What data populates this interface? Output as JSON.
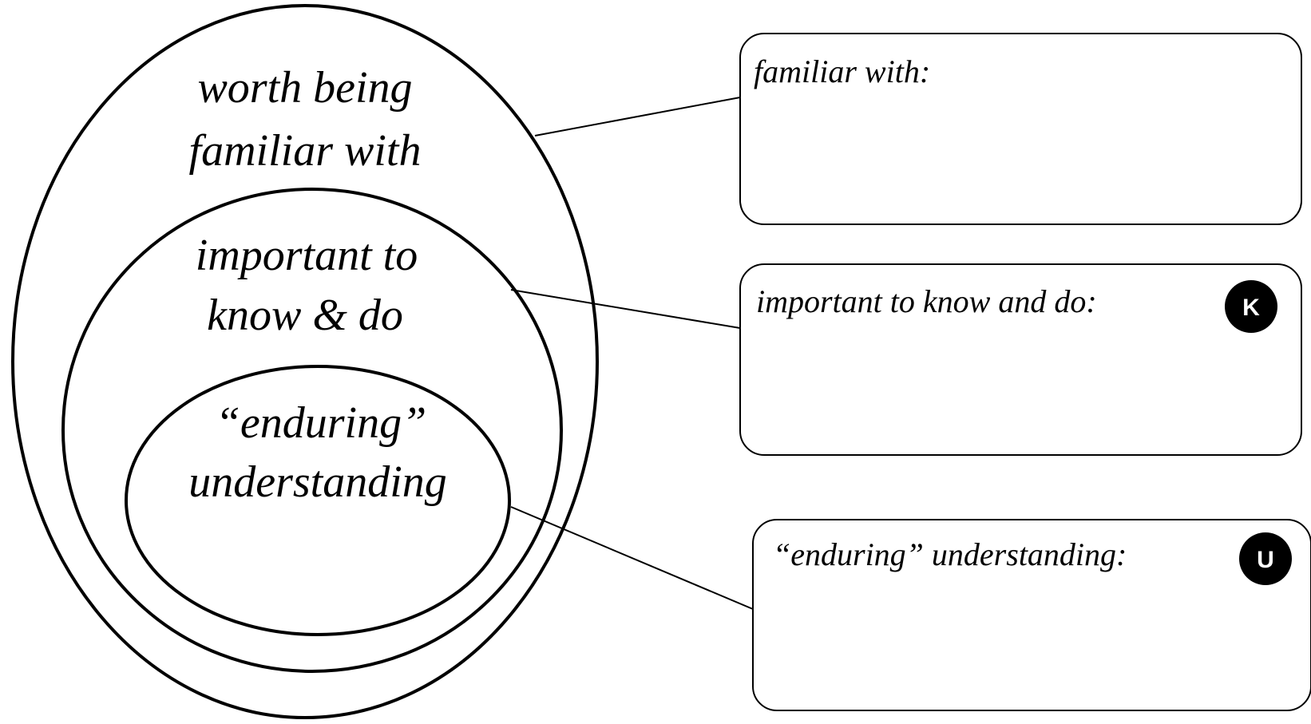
{
  "colors": {
    "stroke": "#000000",
    "background": "#ffffff",
    "badge_fill": "#000000",
    "badge_text": "#ffffff"
  },
  "ellipses": {
    "outer": {
      "line1": "worth being",
      "line2": "familiar with"
    },
    "middle": {
      "line1": "important to",
      "line2": "know & do"
    },
    "inner": {
      "line1": "“enduring”",
      "line2": "understanding"
    }
  },
  "boxes": {
    "familiar": {
      "title": "familiar with:",
      "badge": ""
    },
    "important": {
      "title": "important to know and do:",
      "badge": "K"
    },
    "enduring": {
      "title": "“enduring” understanding:",
      "badge": "U"
    }
  }
}
